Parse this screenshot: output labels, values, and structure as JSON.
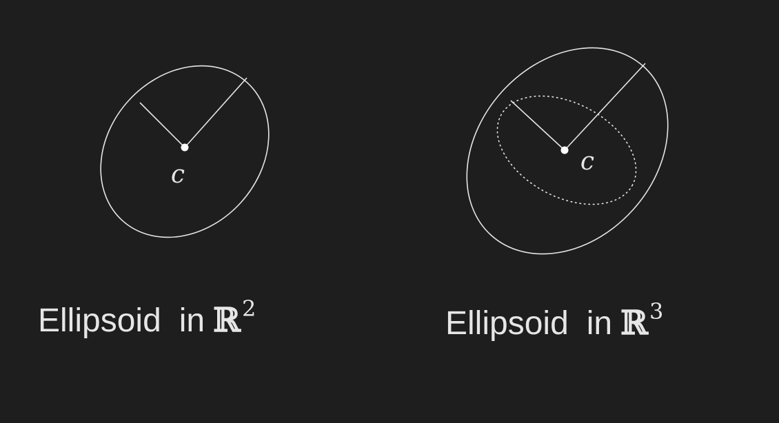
{
  "colors": {
    "background": "#1e1e1e",
    "stroke": "#e6e6e6",
    "text": "#e6e6e6"
  },
  "left_figure": {
    "center_label": "c",
    "caption_word": "Ellipsoid",
    "caption_in": "in",
    "caption_set": "ℝ",
    "caption_exponent": "2"
  },
  "right_figure": {
    "center_label": "c",
    "caption_word": "Ellipsoid",
    "caption_in": "in",
    "caption_set": "ℝ",
    "caption_exponent": "3"
  }
}
